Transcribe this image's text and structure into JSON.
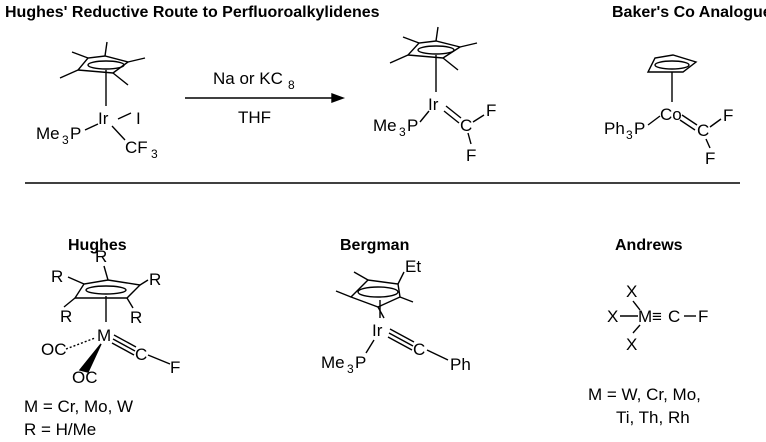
{
  "headings": {
    "top_left": "Hughes' Reductive Route to Perfluoroalkylidenes",
    "top_right": "Baker's Co Analogue",
    "bottom_left": "Hughes",
    "bottom_mid": "Bergman",
    "bottom_right": "Andrews"
  },
  "reaction": {
    "reagent": "Na or KC",
    "reagent_sub": "8",
    "solvent": "THF"
  },
  "atoms": {
    "Ir": "Ir",
    "I": "I",
    "F": "F",
    "C": "C",
    "Co": "Co",
    "M": "M",
    "R": "R",
    "Et": "Et",
    "Ph": "Ph",
    "X": "X",
    "Me3P": "Me",
    "three": "3",
    "P": "P",
    "Ph3P": "Ph",
    "CF3": "CF",
    "OC": "OC",
    "bond_triple": "≡",
    "dash": "−"
  },
  "notes": {
    "hughes_m": "M = Cr, Mo, W",
    "hughes_r": "R = H/Me",
    "andrews_m1": "M = W, Cr, Mo,",
    "andrews_m2": "Ti, Th, Rh"
  }
}
